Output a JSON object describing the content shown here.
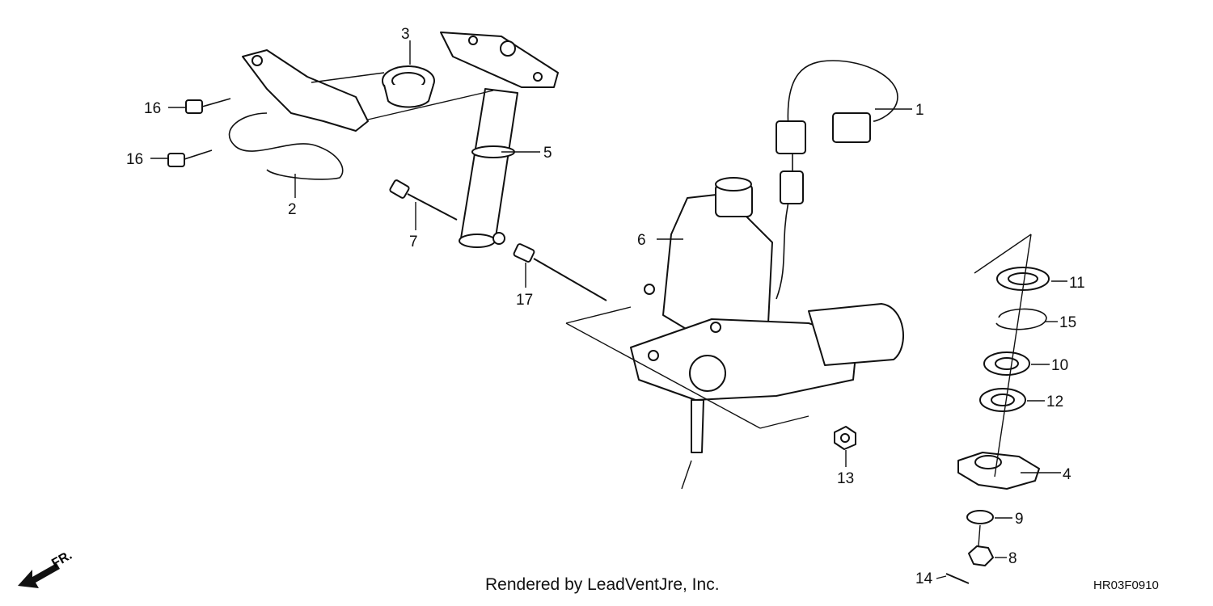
{
  "credit": "Rendered by LeadVentJre, Inc.",
  "diagram_code": "HR03F0910",
  "front_arrow_label": "FR.",
  "callouts": {
    "c1": "1",
    "c2": "2",
    "c3": "3",
    "c4": "4",
    "c5": "5",
    "c6": "6",
    "c7": "7",
    "c8": "8",
    "c9": "9",
    "c10": "10",
    "c11": "11",
    "c12": "12",
    "c13": "13",
    "c14": "14",
    "c15": "15",
    "c16a": "16",
    "c16b": "16",
    "c17": "17"
  }
}
